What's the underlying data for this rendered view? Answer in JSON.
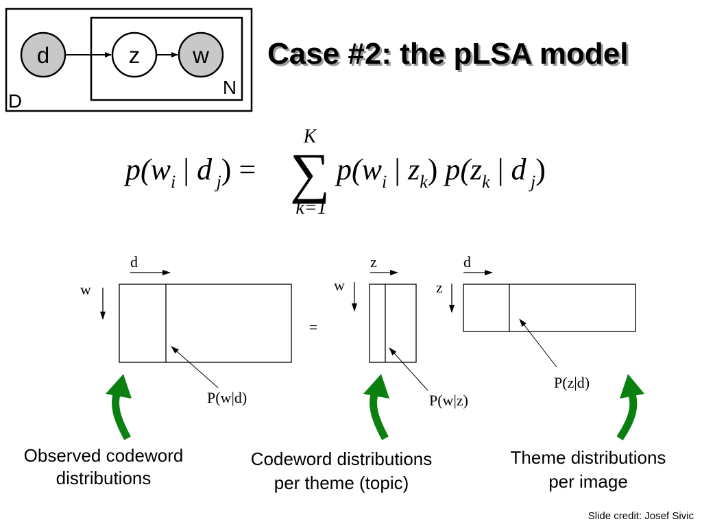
{
  "slide": {
    "title": "Case #2: the pLSA model",
    "credit": "Slide credit: Josef Sivic"
  },
  "plate_diagram": {
    "nodes": [
      {
        "label": "d",
        "observed": true
      },
      {
        "label": "z",
        "observed": false
      },
      {
        "label": "w",
        "observed": true
      }
    ],
    "plate_inner_label": "N",
    "plate_outer_label": "D",
    "colors": {
      "observed_fill": "#c8c8c8",
      "latent_fill": "#ffffff"
    }
  },
  "equation": {
    "lhs": "p(w_i | d_j)",
    "sum_upper": "K",
    "sum_lower": "k=1",
    "rhs": "p(w_i | z_k) p(z_k | d_j)"
  },
  "factorization": {
    "matrix_left": {
      "row_axis": "w",
      "col_axis": "d",
      "annotation": "P(w|d)"
    },
    "equals": "=",
    "matrix_mid": {
      "row_axis": "w",
      "col_axis": "z",
      "annotation": "P(w|z)"
    },
    "matrix_right": {
      "row_axis": "z",
      "col_axis": "d",
      "annotation": "P(z|d)"
    }
  },
  "captions": {
    "left": [
      "Observed codeword",
      "distributions"
    ],
    "mid": [
      "Codeword distributions",
      "per theme (topic)"
    ],
    "right": [
      "Theme distributions",
      "per image"
    ]
  },
  "colors": {
    "arrow_green": "#0b7f10"
  }
}
